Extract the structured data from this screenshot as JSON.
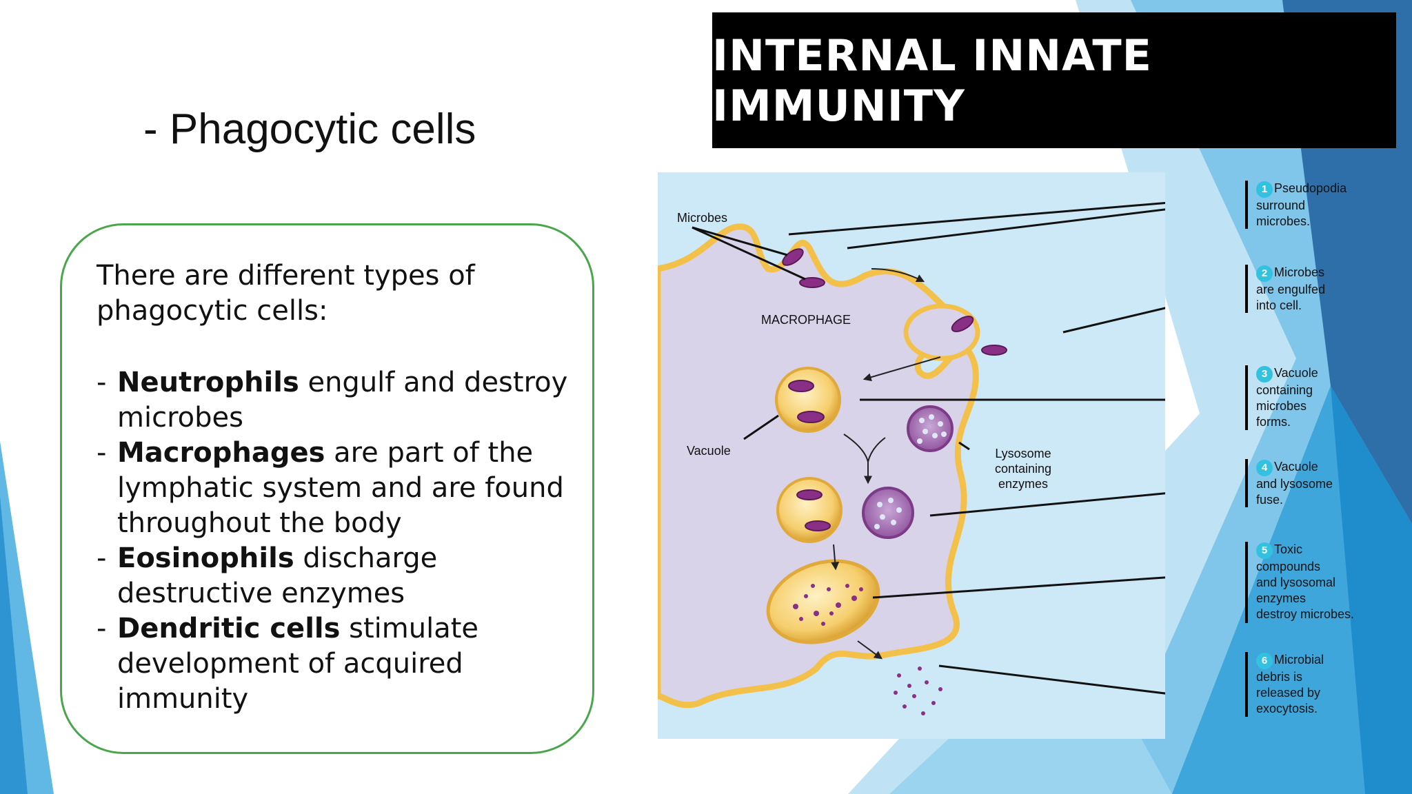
{
  "slide": {
    "title": "INTERNAL INNATE IMMUNITY",
    "subtitle": "- Phagocytic cells"
  },
  "textbox": {
    "intro_line1": "There are different types of",
    "intro_line2": "phagocytic cells:",
    "bullets": [
      {
        "dash": "-",
        "term": "Neutrophils",
        "rest": " engulf and destroy microbes"
      },
      {
        "dash": "-",
        "term": "Macrophages",
        "rest": " are part of the lymphatic system and are found throughout the body"
      },
      {
        "dash": "-",
        "term": "Eosinophils",
        "rest": " discharge destructive enzymes"
      },
      {
        "dash": "-",
        "term": "Dendritic cells",
        "rest": " stimulate development of acquired immunity"
      }
    ]
  },
  "diagram": {
    "labels": {
      "microbes": "Microbes",
      "macrophage": "MACROPHAGE",
      "vacuole": "Vacuole",
      "lysosome_1": "Lysosome",
      "lysosome_2": "containing",
      "lysosome_3": "enzymes"
    },
    "steps": [
      {
        "num": "1",
        "lines": [
          "Pseudopodia",
          "surround",
          "microbes."
        ]
      },
      {
        "num": "2",
        "lines": [
          "Microbes",
          "are engulfed",
          "into cell."
        ]
      },
      {
        "num": "3",
        "lines": [
          "Vacuole",
          "containing",
          "microbes",
          "forms."
        ]
      },
      {
        "num": "4",
        "lines": [
          "Vacuole",
          "and lysosome",
          "fuse."
        ]
      },
      {
        "num": "5",
        "lines": [
          "Toxic",
          "compounds",
          "and lysosomal",
          "enzymes",
          "destroy microbes."
        ]
      },
      {
        "num": "6",
        "lines": [
          "Microbial",
          "debris is",
          "released by",
          "exocytosis."
        ]
      }
    ],
    "colors": {
      "background": "#cde8f6",
      "cytoplasm": "#d9d3ea",
      "membrane": "#f3c14a",
      "microbe": "#8a2f86",
      "step_badge": "#33c1e0"
    }
  },
  "theme": {
    "accent_blue": "#1b8fcf",
    "box_border": "#4aa64a"
  }
}
